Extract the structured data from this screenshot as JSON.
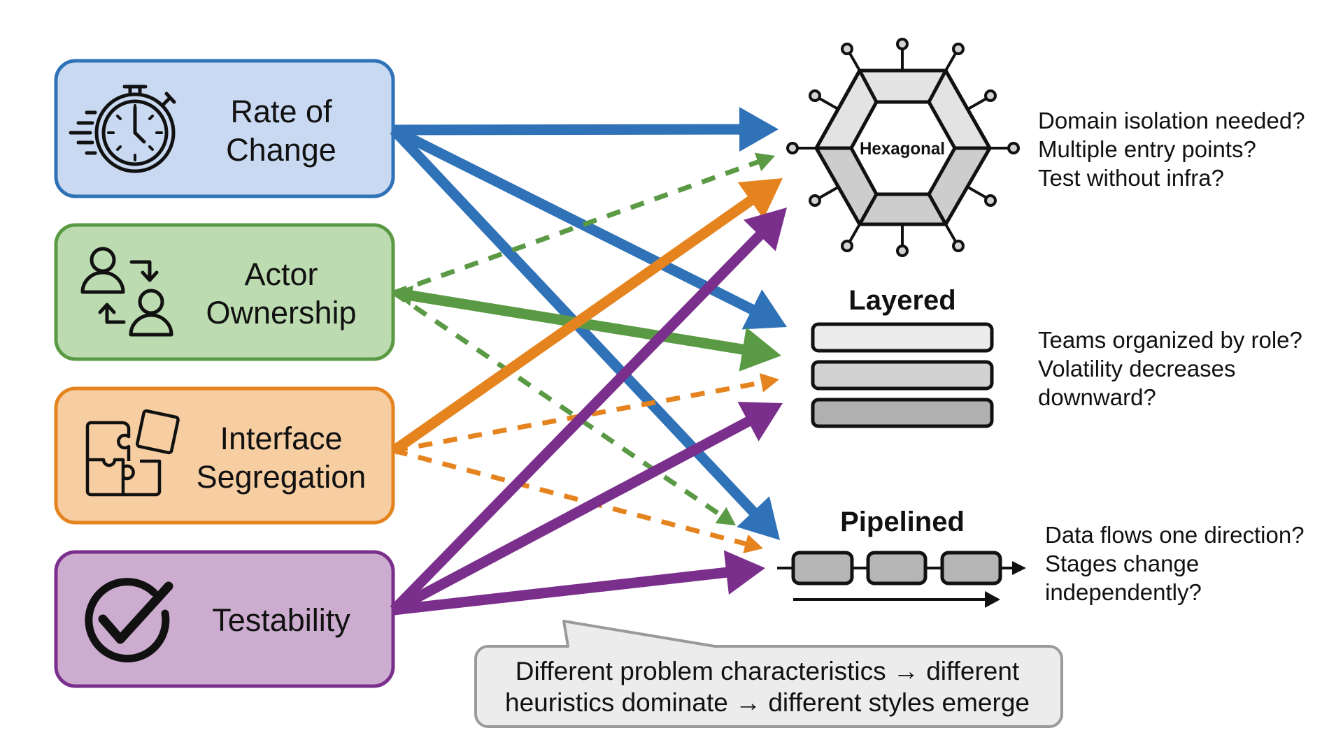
{
  "colors": {
    "blue": "#2f72b8",
    "blue_fill": "#c9d9f1",
    "green": "#5b9a45",
    "green_fill": "#bcdbb0",
    "orange": "#e5841f",
    "orange_fill": "#f7cda2",
    "purple": "#7b2f8c",
    "purple_fill": "#cdadcf",
    "ink": "#111111",
    "hex_fill": "#d9d9d9",
    "callout_fill": "#ececec",
    "callout_border": "#9a9a9a"
  },
  "heuristics": [
    {
      "id": "rate",
      "lines": [
        "Rate of",
        "Change"
      ],
      "icon": "stopwatch-icon",
      "color": "blue"
    },
    {
      "id": "actor",
      "lines": [
        "Actor",
        "Ownership"
      ],
      "icon": "actor-swap-icon",
      "color": "green"
    },
    {
      "id": "interface",
      "lines": [
        "Interface",
        "Segregation"
      ],
      "icon": "puzzle-icon",
      "color": "orange"
    },
    {
      "id": "test",
      "lines": [
        "Testability"
      ],
      "icon": "check-circle-icon",
      "color": "purple"
    }
  ],
  "styles": [
    {
      "id": "hexagonal",
      "title": "Hexagonal",
      "questions": [
        "Domain isolation needed?",
        "Multiple entry points?",
        "Test without infra?"
      ]
    },
    {
      "id": "layered",
      "title": "Layered",
      "questions": [
        "Teams organized by role?",
        "Volatility decreases",
        "downward?"
      ]
    },
    {
      "id": "pipelined",
      "title": "Pipelined",
      "questions": [
        "Data flows one direction?",
        "Stages change",
        "independently?"
      ]
    }
  ],
  "connections": [
    {
      "from": "rate",
      "to": "hexagonal",
      "style": "solid"
    },
    {
      "from": "rate",
      "to": "layered",
      "style": "solid"
    },
    {
      "from": "rate",
      "to": "pipelined",
      "style": "solid"
    },
    {
      "from": "actor",
      "to": "hexagonal",
      "style": "dashed"
    },
    {
      "from": "actor",
      "to": "layered",
      "style": "solid",
      "bidirectional": true
    },
    {
      "from": "actor",
      "to": "pipelined",
      "style": "dashed"
    },
    {
      "from": "interface",
      "to": "hexagonal",
      "style": "solid"
    },
    {
      "from": "interface",
      "to": "layered",
      "style": "dashed"
    },
    {
      "from": "interface",
      "to": "pipelined",
      "style": "dashed"
    },
    {
      "from": "test",
      "to": "hexagonal",
      "style": "solid"
    },
    {
      "from": "test",
      "to": "layered",
      "style": "solid"
    },
    {
      "from": "test",
      "to": "pipelined",
      "style": "solid"
    }
  ],
  "callout": {
    "lines": [
      "Different problem characteristics → different",
      "heuristics dominate → different styles emerge"
    ]
  }
}
